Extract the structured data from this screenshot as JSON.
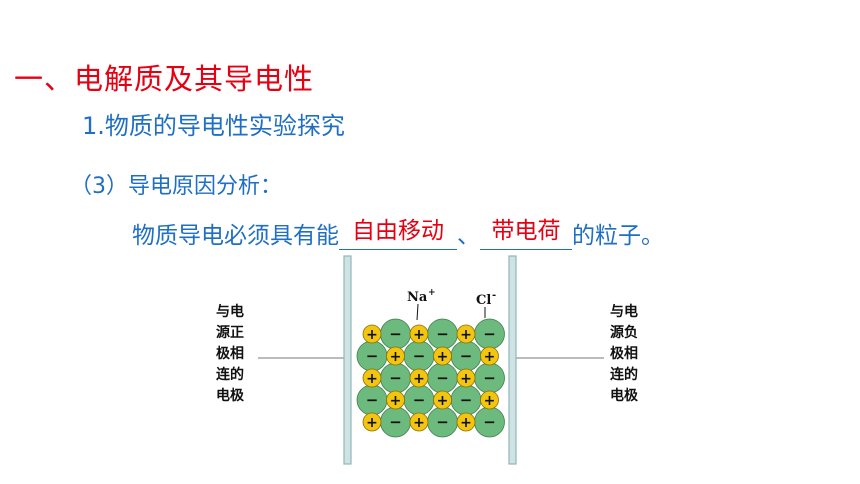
{
  "heading": "一、电解质及其导电性",
  "subheading": "1.物质的导电性实验探究",
  "section": "（3）导电原因分析：",
  "sentence": {
    "before": "物质导电必须具有能",
    "answer1": "自由移动",
    "separator": "、",
    "answer2": "带电荷",
    "after": "的粒子。"
  },
  "diagram": {
    "left_label": [
      "与电",
      "源正",
      "极相",
      "连的",
      "电极"
    ],
    "right_label": [
      "与电",
      "源负",
      "极相",
      "连的",
      "电极"
    ],
    "cation_label": "Na",
    "cation_charge": "+",
    "anion_label": "Cl",
    "anion_charge": "-",
    "plus_symbol": "+",
    "minus_symbol": "−",
    "colors": {
      "cation": "#f2c511",
      "anion": "#6cba7d",
      "electrode": "#cfe3e4",
      "electrode_border": "#8fb8ba"
    }
  }
}
